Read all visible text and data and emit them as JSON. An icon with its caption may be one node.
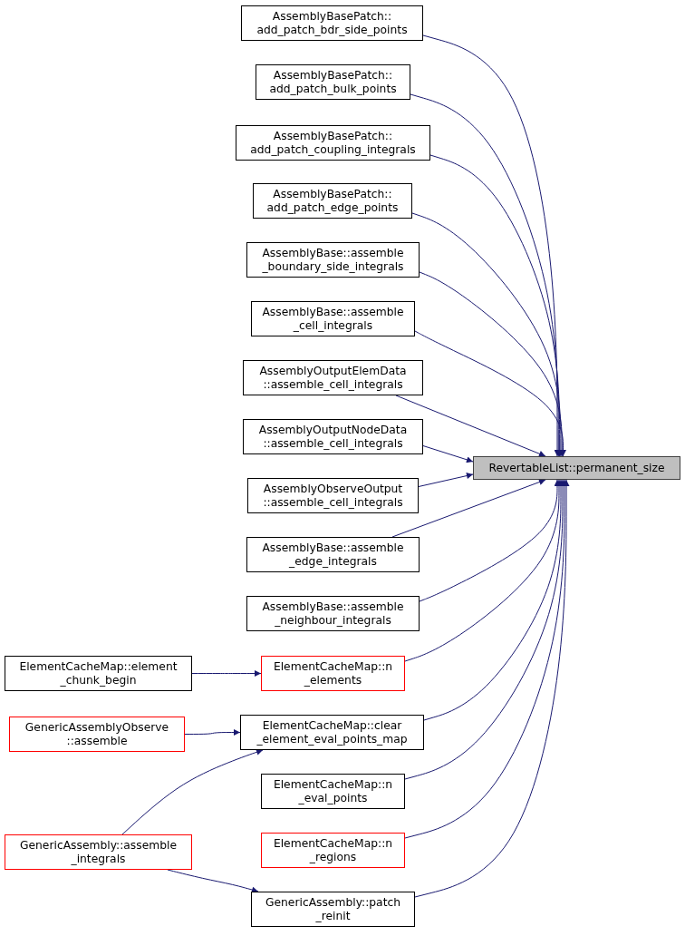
{
  "diagram": {
    "nodes": [
      {
        "text": [
          "RevertableList::permanent_size"
        ]
      },
      {
        "text": [
          "AssemblyBasePatch:: add_patch_bdr_side_points"
        ]
      },
      {
        "text": [
          "AssemblyBasePatch:: add_patch_bulk_points"
        ]
      },
      {
        "text": [
          "AssemblyBasePatch:: add_patch_coupling_integrals"
        ]
      },
      {
        "text": [
          "AssemblyBasePatch:: add_patch_edge_points"
        ]
      },
      {
        "text": [
          "AssemblyBase::assemble _boundary_side_integrals"
        ]
      },
      {
        "text": [
          "AssemblyBase::assemble _cell_integrals"
        ]
      },
      {
        "text": [
          "AssemblyOutputElemData ::assemble_cell_integrals"
        ]
      },
      {
        "text": [
          "AssemblyOutputNodeData ::assemble_cell_integrals"
        ]
      },
      {
        "text": [
          "AssemblyObserveOutput ::assemble_cell_integrals"
        ]
      },
      {
        "text": [
          "AssemblyBase::assemble _edge_integrals"
        ]
      },
      {
        "text": [
          "AssemblyBase::assemble _neighbour_integrals"
        ]
      },
      {
        "text": [
          "ElementCacheMap::n _elements"
        ]
      },
      {
        "text": [
          "ElementCacheMap::element _chunk_begin"
        ]
      },
      {
        "text": [
          "GenericAssemblyObserve ::assemble"
        ]
      },
      {
        "text": [
          "ElementCacheMap::clear _element_eval_points_map"
        ]
      },
      {
        "text": [
          "ElementCacheMap::n _eval_points"
        ]
      },
      {
        "text": [
          "GenericAssembly::assemble _integrals"
        ]
      },
      {
        "text": [
          "ElementCacheMap::n _regions"
        ]
      },
      {
        "text": [
          "GenericAssembly::patch _reinit"
        ]
      }
    ],
    "edges": [
      {
        "from": 1,
        "to": 0,
        "arrow": "to"
      },
      {
        "from": 2,
        "to": 0,
        "arrow": "to"
      },
      {
        "from": 3,
        "to": 0,
        "arrow": "to"
      },
      {
        "from": 4,
        "to": 0,
        "arrow": "to"
      },
      {
        "from": 5,
        "to": 0,
        "arrow": "to"
      },
      {
        "from": 6,
        "to": 0,
        "arrow": "to"
      },
      {
        "from": 7,
        "to": 0,
        "arrow": "to"
      },
      {
        "from": 8,
        "to": 0,
        "arrow": "to"
      },
      {
        "from": 9,
        "to": 0,
        "arrow": "to"
      },
      {
        "from": 10,
        "to": 0,
        "arrow": "to"
      },
      {
        "from": 11,
        "to": 0,
        "arrow": "to"
      },
      {
        "from": 12,
        "to": 0,
        "arrow": "to"
      },
      {
        "from": 13,
        "to": 12,
        "arrow": "to"
      },
      {
        "from": 15,
        "to": 0,
        "arrow": "to"
      },
      {
        "from": 14,
        "to": 15,
        "arrow": "to"
      },
      {
        "from": 17,
        "to": 15,
        "arrow": "to"
      },
      {
        "from": 16,
        "to": 0,
        "arrow": "to"
      },
      {
        "from": 18,
        "to": 0,
        "arrow": "to"
      },
      {
        "from": 19,
        "to": 0,
        "arrow": "to"
      },
      {
        "from": 17,
        "to": 19,
        "arrow": "to"
      }
    ]
  }
}
